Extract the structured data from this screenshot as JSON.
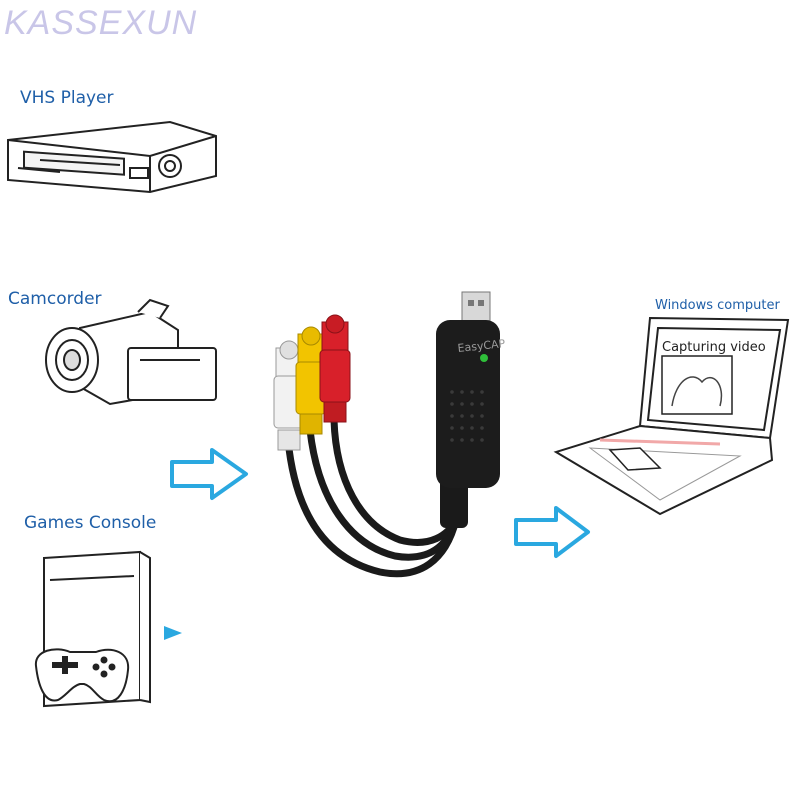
{
  "watermark": "KASSEXUN",
  "sources": [
    {
      "label": "VHS Player"
    },
    {
      "label": "Camcorder"
    },
    {
      "label": "Games Console"
    }
  ],
  "device": {
    "label": "EasyCAP"
  },
  "target": {
    "label": "Windows computer",
    "screen_text": "Capturing video"
  },
  "colors": {
    "label_blue": "#1f5fa8",
    "arrow_blue": "#2aa8e0",
    "rca_white": "#f2f2f2",
    "rca_yellow": "#f2c400",
    "rca_red": "#d8202a"
  },
  "icons": [
    "vhs-player-icon",
    "camcorder-icon",
    "games-console-icon",
    "gamepad-icon",
    "easycap-adapter-icon",
    "laptop-icon",
    "flow-arrow-icon"
  ]
}
